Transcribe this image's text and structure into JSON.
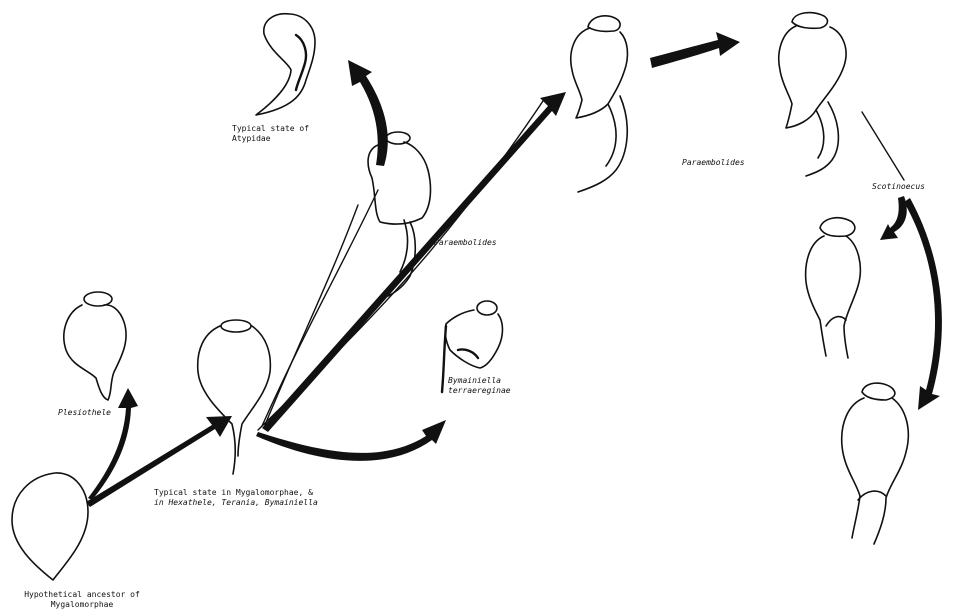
{
  "labels": {
    "ancestor_line1": "Hypothetical ancestor of",
    "ancestor_line2": "Mygalomorphae",
    "typical_line1": "Typical state in Mygalomorphae, &",
    "typical_line2": "in Hexathele, Terania, Bymainiella",
    "plesiothele": "Plesiothele",
    "atypidae_line1": "Typical state of",
    "atypidae_line2": "Atypidae",
    "paraembolides_mid": "Paraembolides",
    "paraembolides_top": "Paraembolides",
    "bymainiella_line1": "Bymainiella",
    "bymainiella_line2": "terraereginae",
    "scotinoecus": "Scotinoecus"
  }
}
